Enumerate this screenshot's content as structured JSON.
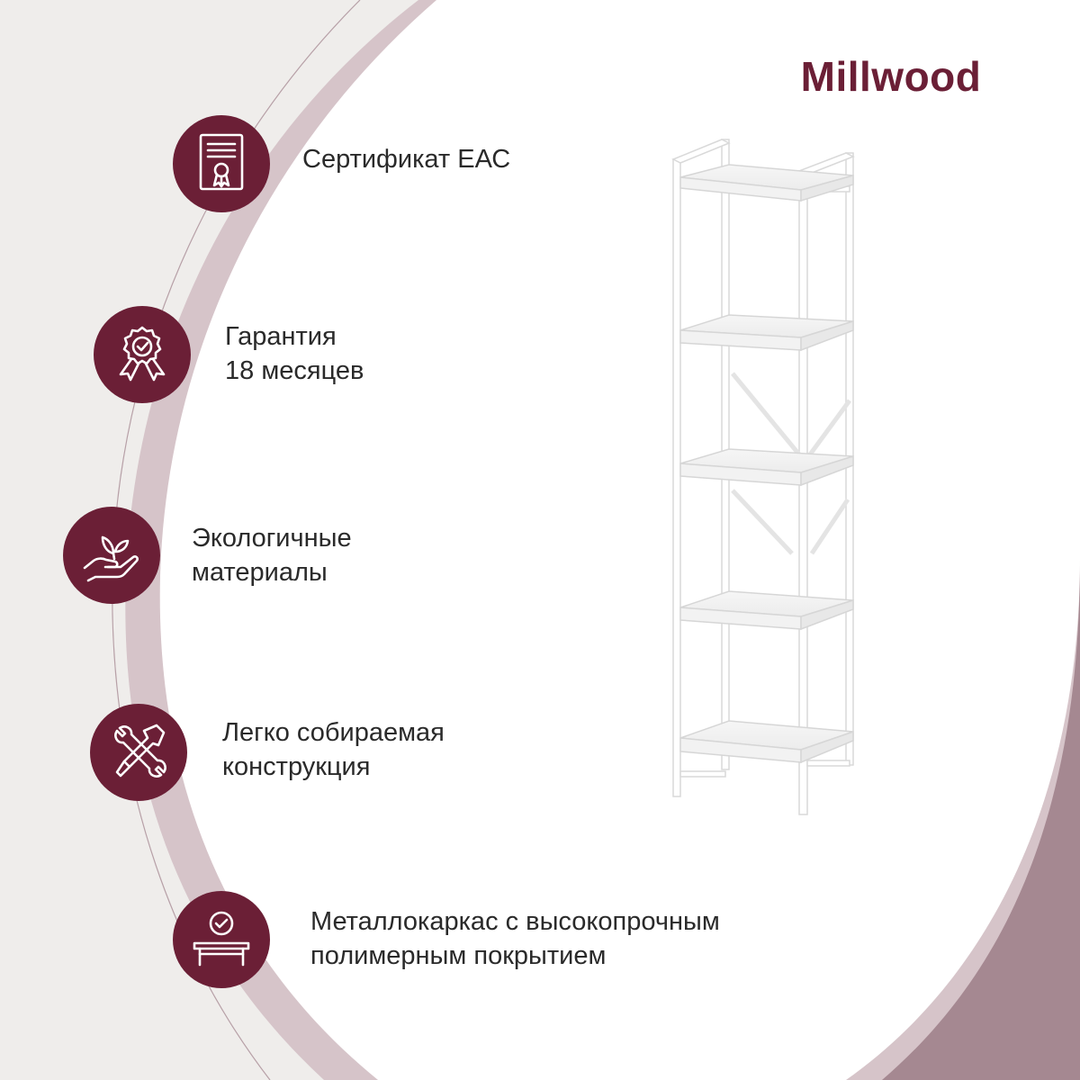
{
  "brand": {
    "name": "Millwood",
    "color": "#6b1f36"
  },
  "colors": {
    "accent": "#6b1f36",
    "arc_light": "#d6c4c9",
    "arc_dark": "#a58891",
    "background": "#efedeb",
    "panel": "#ffffff"
  },
  "features": [
    {
      "icon": "certificate-icon",
      "lines": [
        "Сертификат ЕАС"
      ]
    },
    {
      "icon": "warranty-badge-icon",
      "lines": [
        "Гарантия",
        "18 месяцев"
      ]
    },
    {
      "icon": "eco-hand-leaf-icon",
      "lines": [
        "Экологичные",
        "материалы"
      ]
    },
    {
      "icon": "tools-icon",
      "lines": [
        "Легко собираемая",
        "конструкция"
      ]
    },
    {
      "icon": "table-check-icon",
      "lines": [
        "Металлокаркас с высокопрочным",
        "полимерным покрытием"
      ]
    }
  ],
  "product": {
    "icon": "shelf-unit-icon"
  }
}
